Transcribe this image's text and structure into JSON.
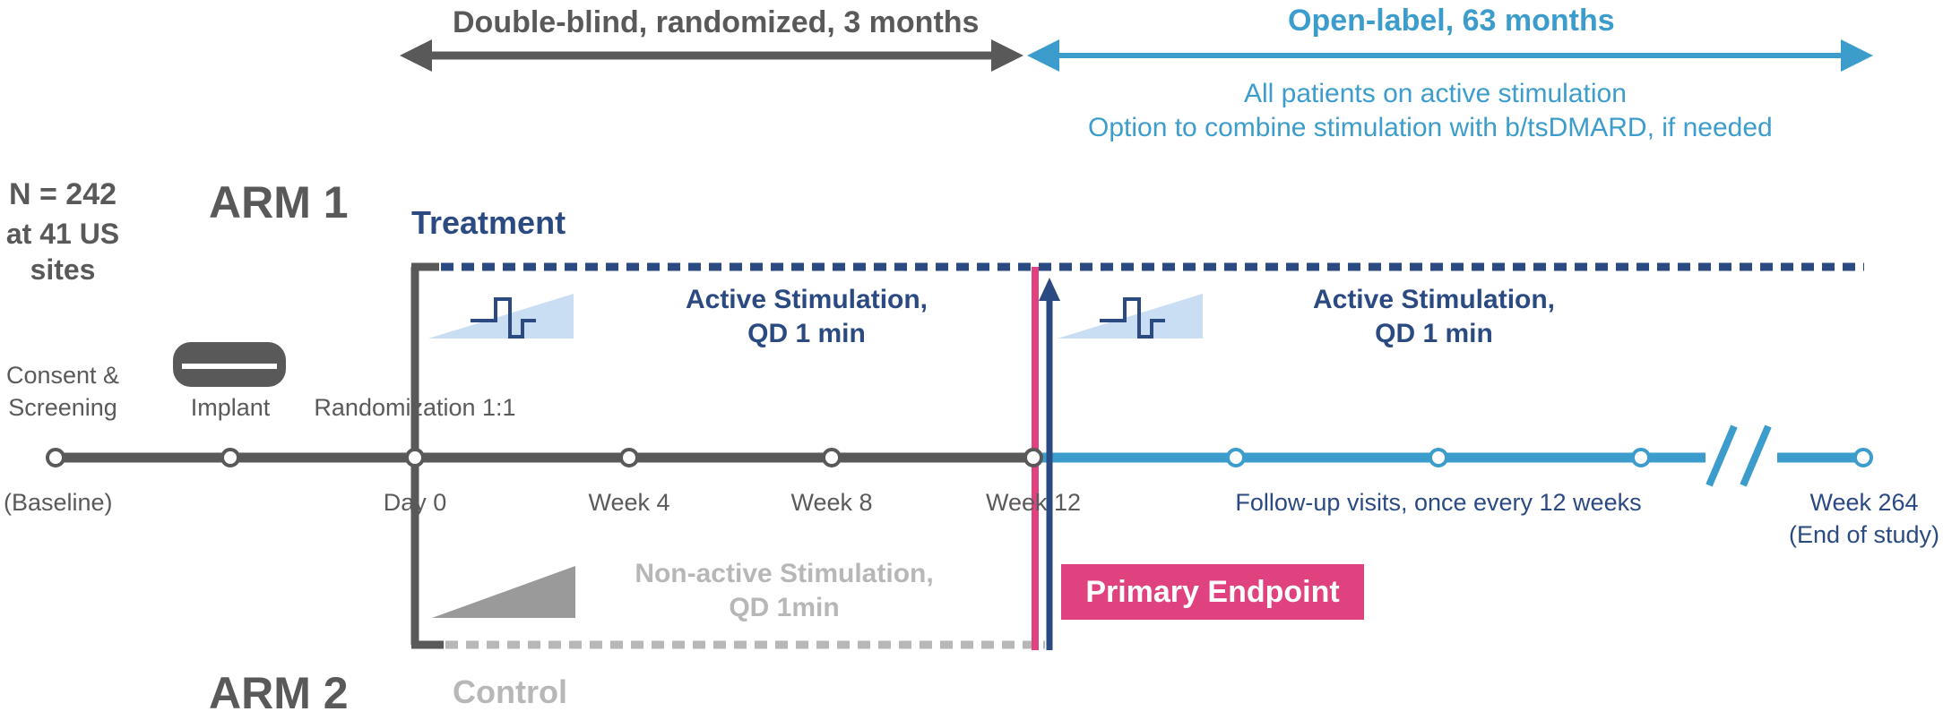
{
  "header": {
    "double_blind": "Double-blind, randomized, 3 months",
    "open_label": "Open-label, 63 months",
    "open_label_note_1": "All patients on active stimulation",
    "open_label_note_2": "Option to combine stimulation with b/tsDMARD, if needed"
  },
  "population": {
    "line1": "N = 242",
    "line2": "at 41 US sites",
    "line3": "sites"
  },
  "arms": {
    "arm1_label": "ARM 1",
    "arm1_group": "Treatment",
    "arm2_label": "ARM 2",
    "arm2_group": "Control"
  },
  "stimulation": {
    "active_1_line1": "Active Stimulation,",
    "active_1_line2": "QD 1 min",
    "active_2_line1": "Active Stimulation,",
    "active_2_line2": "QD 1 min",
    "nonactive_line1": "Non-active Stimulation,",
    "nonactive_line2": "QD 1min"
  },
  "events": {
    "consent_1": "Consent &",
    "consent_2": "Screening",
    "implant": "Implant",
    "randomization": "Randomization 1:1"
  },
  "timeline": {
    "baseline": "(Baseline)",
    "day0": "Day 0",
    "week4": "Week 4",
    "week8": "Week 8",
    "week12": "Week 12",
    "followup": "Follow-up visits, once every 12 weeks",
    "week264_1": "Week 264",
    "week264_2": "(End of study)"
  },
  "endpoint": "Primary Endpoint",
  "colors": {
    "dark_gray": "#595959",
    "navy": "#2b4a82",
    "light_blue": "#3c9dcc",
    "light_gray": "#b7b7b7",
    "pink": "#e0417f",
    "pale_blue": "#c9ddf3"
  }
}
